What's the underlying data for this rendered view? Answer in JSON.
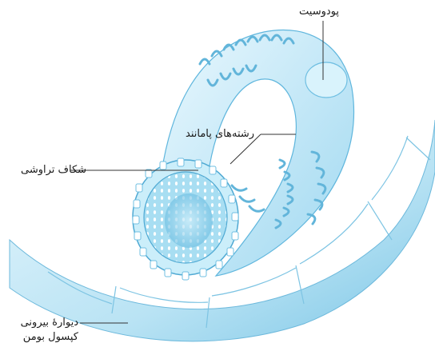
{
  "labels": {
    "podocyte": "پودوسیت",
    "foot_processes": "رشته‌های پامانند",
    "filtration_slit": "شکاف تراوشی",
    "outer_wall_line1": "دیوارهٔ بیرونی",
    "outer_wall_line2": "کپسول بومن"
  },
  "colors": {
    "capsule_light": "#dff3fb",
    "capsule_mid": "#a9ddf2",
    "capsule_dark": "#5fb6dd",
    "podocyte": "#c8ebf8",
    "capillary_inner": "#7fcbea",
    "leader_line": "#333333"
  }
}
